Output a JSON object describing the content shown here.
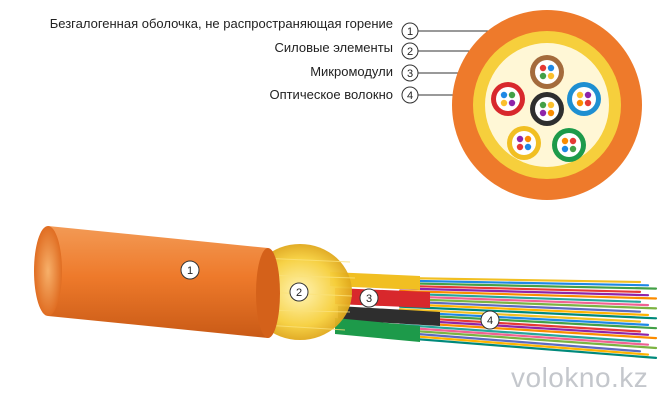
{
  "legend": [
    {
      "num": "1",
      "text": "Безгалогенная оболочка, не распространяющая горение"
    },
    {
      "num": "2",
      "text": "Силовые элементы"
    },
    {
      "num": "3",
      "text": "Микромодули"
    },
    {
      "num": "4",
      "text": "Оптическое волокно"
    }
  ],
  "cable_markers": [
    "1",
    "2",
    "3",
    "4"
  ],
  "watermark": "volokno.kz",
  "colors": {
    "sheath": "#ee7a2b",
    "sheath_dark": "#d4611a",
    "aramid": "#f6cf3c",
    "core_fill": "#fff7d6",
    "module_colors": [
      "#a46b3c",
      "#d8282c",
      "#2e2e2e",
      "#1e8fd1",
      "#f1bf22",
      "#1d9a4a"
    ],
    "fiber_colors": [
      "#e53935",
      "#1e88e5",
      "#43a047",
      "#fbc02d",
      "#8e24aa",
      "#fb8c00"
    ]
  }
}
